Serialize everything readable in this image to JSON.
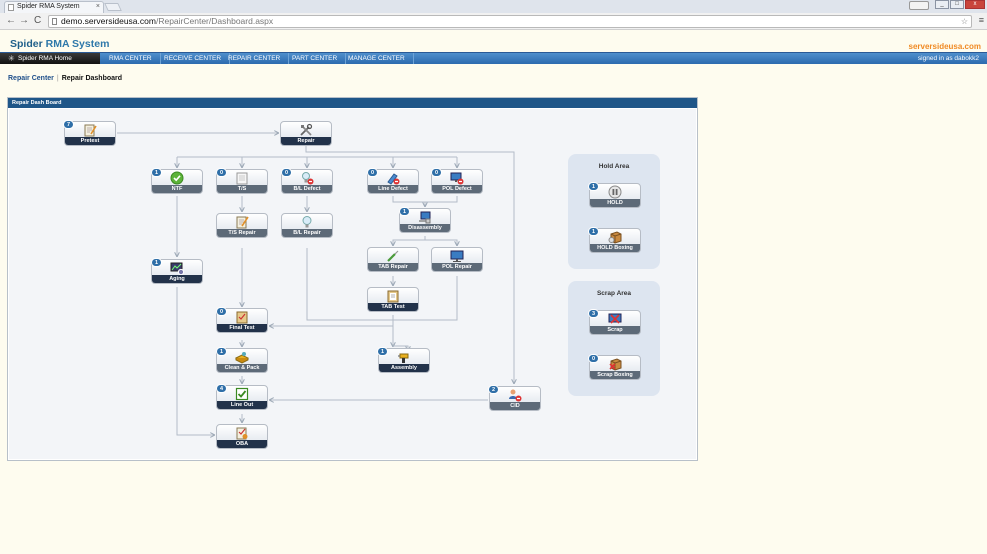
{
  "browser": {
    "tab_title": "Spider RMA System",
    "tab_close": "×",
    "url_host": "demo.serversideusa.com",
    "url_path": "/RepairCenter/Dashboard.aspx",
    "back": "←",
    "forward": "→",
    "reload": "C",
    "menu": "≡",
    "star": "☆",
    "win_min": "_",
    "win_max": "□",
    "win_close": "x"
  },
  "header": {
    "title_a": "Spider",
    "title_b": "RMA System",
    "brand": "serversideusa.com"
  },
  "nav": {
    "home": "Spider RMA Home",
    "items": [
      "RMA CENTER",
      "RECEIVE CENTER",
      "REPAIR CENTER",
      "PART CENTER",
      "MANAGE CENTER"
    ],
    "signed_in": "signed in as dabokk2"
  },
  "breadcrumb": {
    "parent": "Repair Center",
    "current": "Repair Dashboard"
  },
  "panel": {
    "title": "Repair Dash Board"
  },
  "nodes": {
    "pretest": {
      "label": "Pretest",
      "count": "7"
    },
    "repair": {
      "label": "Repair"
    },
    "ntf": {
      "label": "NTF",
      "count": "1"
    },
    "ts": {
      "label": "T/S",
      "count": "0"
    },
    "bl_defect": {
      "label": "B/L Defect",
      "count": "0"
    },
    "line_defect": {
      "label": "Line Defect",
      "count": "0"
    },
    "pol_defect": {
      "label": "POL Defect",
      "count": "0"
    },
    "ts_repair": {
      "label": "T/S Repair"
    },
    "bl_repair": {
      "label": "B/L Repair"
    },
    "disassembly": {
      "label": "Disassembly",
      "count": "1"
    },
    "aging": {
      "label": "Aging",
      "count": "1"
    },
    "tab_repair": {
      "label": "TAB Repair"
    },
    "pol_repair": {
      "label": "POL Repair"
    },
    "tab_test": {
      "label": "TAB Test"
    },
    "final_test": {
      "label": "Final Test",
      "count": "0"
    },
    "assembly": {
      "label": "Assembly",
      "count": "1"
    },
    "clean_pack": {
      "label": "Clean & Pack",
      "count": "1"
    },
    "line_out": {
      "label": "Line Out",
      "count": "4"
    },
    "cid": {
      "label": "CID",
      "count": "2"
    },
    "oba": {
      "label": "OBA"
    }
  },
  "hold_area": {
    "title": "Hold Area",
    "hold": {
      "label": "HOLD",
      "count": "1"
    },
    "hold_boxing": {
      "label": "HOLD Boxing",
      "count": "1"
    }
  },
  "scrap_area": {
    "title": "Scrap Area",
    "scrap": {
      "label": "Scrap",
      "count": "3"
    },
    "scrap_boxing": {
      "label": "Scrap Boxing",
      "count": "0"
    }
  },
  "colors": {
    "nav_blue": "#2c6aae",
    "panel_head": "#1f5688",
    "badge": "#2f6fa8",
    "brand_orange": "#f08a24",
    "area_bg": "#dde5f0"
  }
}
